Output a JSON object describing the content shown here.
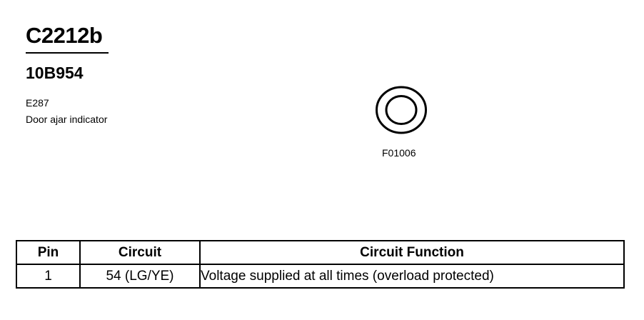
{
  "header": {
    "connector_id": "C2212b",
    "part_number": "10B954"
  },
  "component": {
    "code": "E287",
    "description": "Door ajar indicator"
  },
  "figure": {
    "id": "F01006"
  },
  "pin_table": {
    "columns": [
      "Pin",
      "Circuit",
      "Circuit Function"
    ],
    "rows": [
      {
        "pin": "1",
        "circuit": "54 (LG/YE)",
        "function": "Voltage supplied at all times (overload protected)"
      }
    ]
  }
}
